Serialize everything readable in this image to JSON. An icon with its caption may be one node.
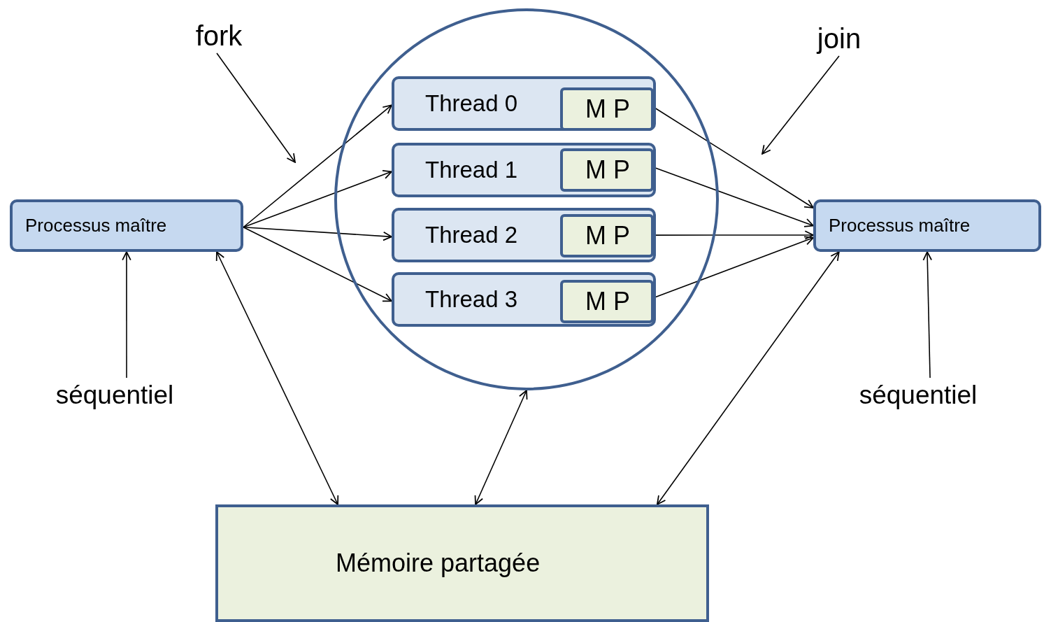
{
  "diagram": {
    "nodes": [
      {
        "text": [
          "Processus maître"
        ]
      },
      {
        "text": [],
        "shape": "circle"
      },
      {
        "text": [
          "Thread 0"
        ],
        "in": 1
      },
      {
        "text": [
          "M P"
        ],
        "in": 2
      },
      {
        "text": [
          "Thread 1"
        ],
        "in": 1
      },
      {
        "text": [
          "M P"
        ],
        "in": 4
      },
      {
        "text": [
          "Thread 2"
        ],
        "in": 1
      },
      {
        "text": [
          "M P"
        ],
        "in": 6
      },
      {
        "text": [
          "Thread 3"
        ],
        "in": 1
      },
      {
        "text": [
          "M P"
        ],
        "in": 8
      },
      {
        "text": [
          "Processus maître"
        ]
      },
      {
        "text": [
          "Mémoire partagée"
        ]
      },
      {
        "text": [
          "fork"
        ]
      },
      {
        "text": [
          "join"
        ]
      },
      {
        "text": [
          "séquentiel"
        ]
      },
      {
        "text": [
          "séquentiel"
        ]
      }
    ],
    "edges": [
      {
        "from": 0,
        "to": 2,
        "arrow": "to"
      },
      {
        "from": 0,
        "to": 4,
        "arrow": "to"
      },
      {
        "from": 0,
        "to": 6,
        "arrow": "to"
      },
      {
        "from": 0,
        "to": 8,
        "arrow": "to"
      },
      {
        "from": 3,
        "to": 10,
        "arrow": "to"
      },
      {
        "from": 5,
        "to": 10,
        "arrow": "to"
      },
      {
        "from": 7,
        "to": 10,
        "arrow": "to"
      },
      {
        "from": 9,
        "to": 10,
        "arrow": "to"
      },
      {
        "from": 0,
        "to": 11,
        "arrow": "both"
      },
      {
        "from": 1,
        "to": 11,
        "arrow": "both"
      },
      {
        "from": 10,
        "to": 11,
        "arrow": "both"
      },
      {
        "from": 12,
        "to": null,
        "arrow": "to"
      },
      {
        "from": 13,
        "to": null,
        "arrow": "to"
      },
      {
        "from": 14,
        "to": 0,
        "arrow": "to"
      },
      {
        "from": 15,
        "to": 10,
        "arrow": "to"
      }
    ]
  }
}
